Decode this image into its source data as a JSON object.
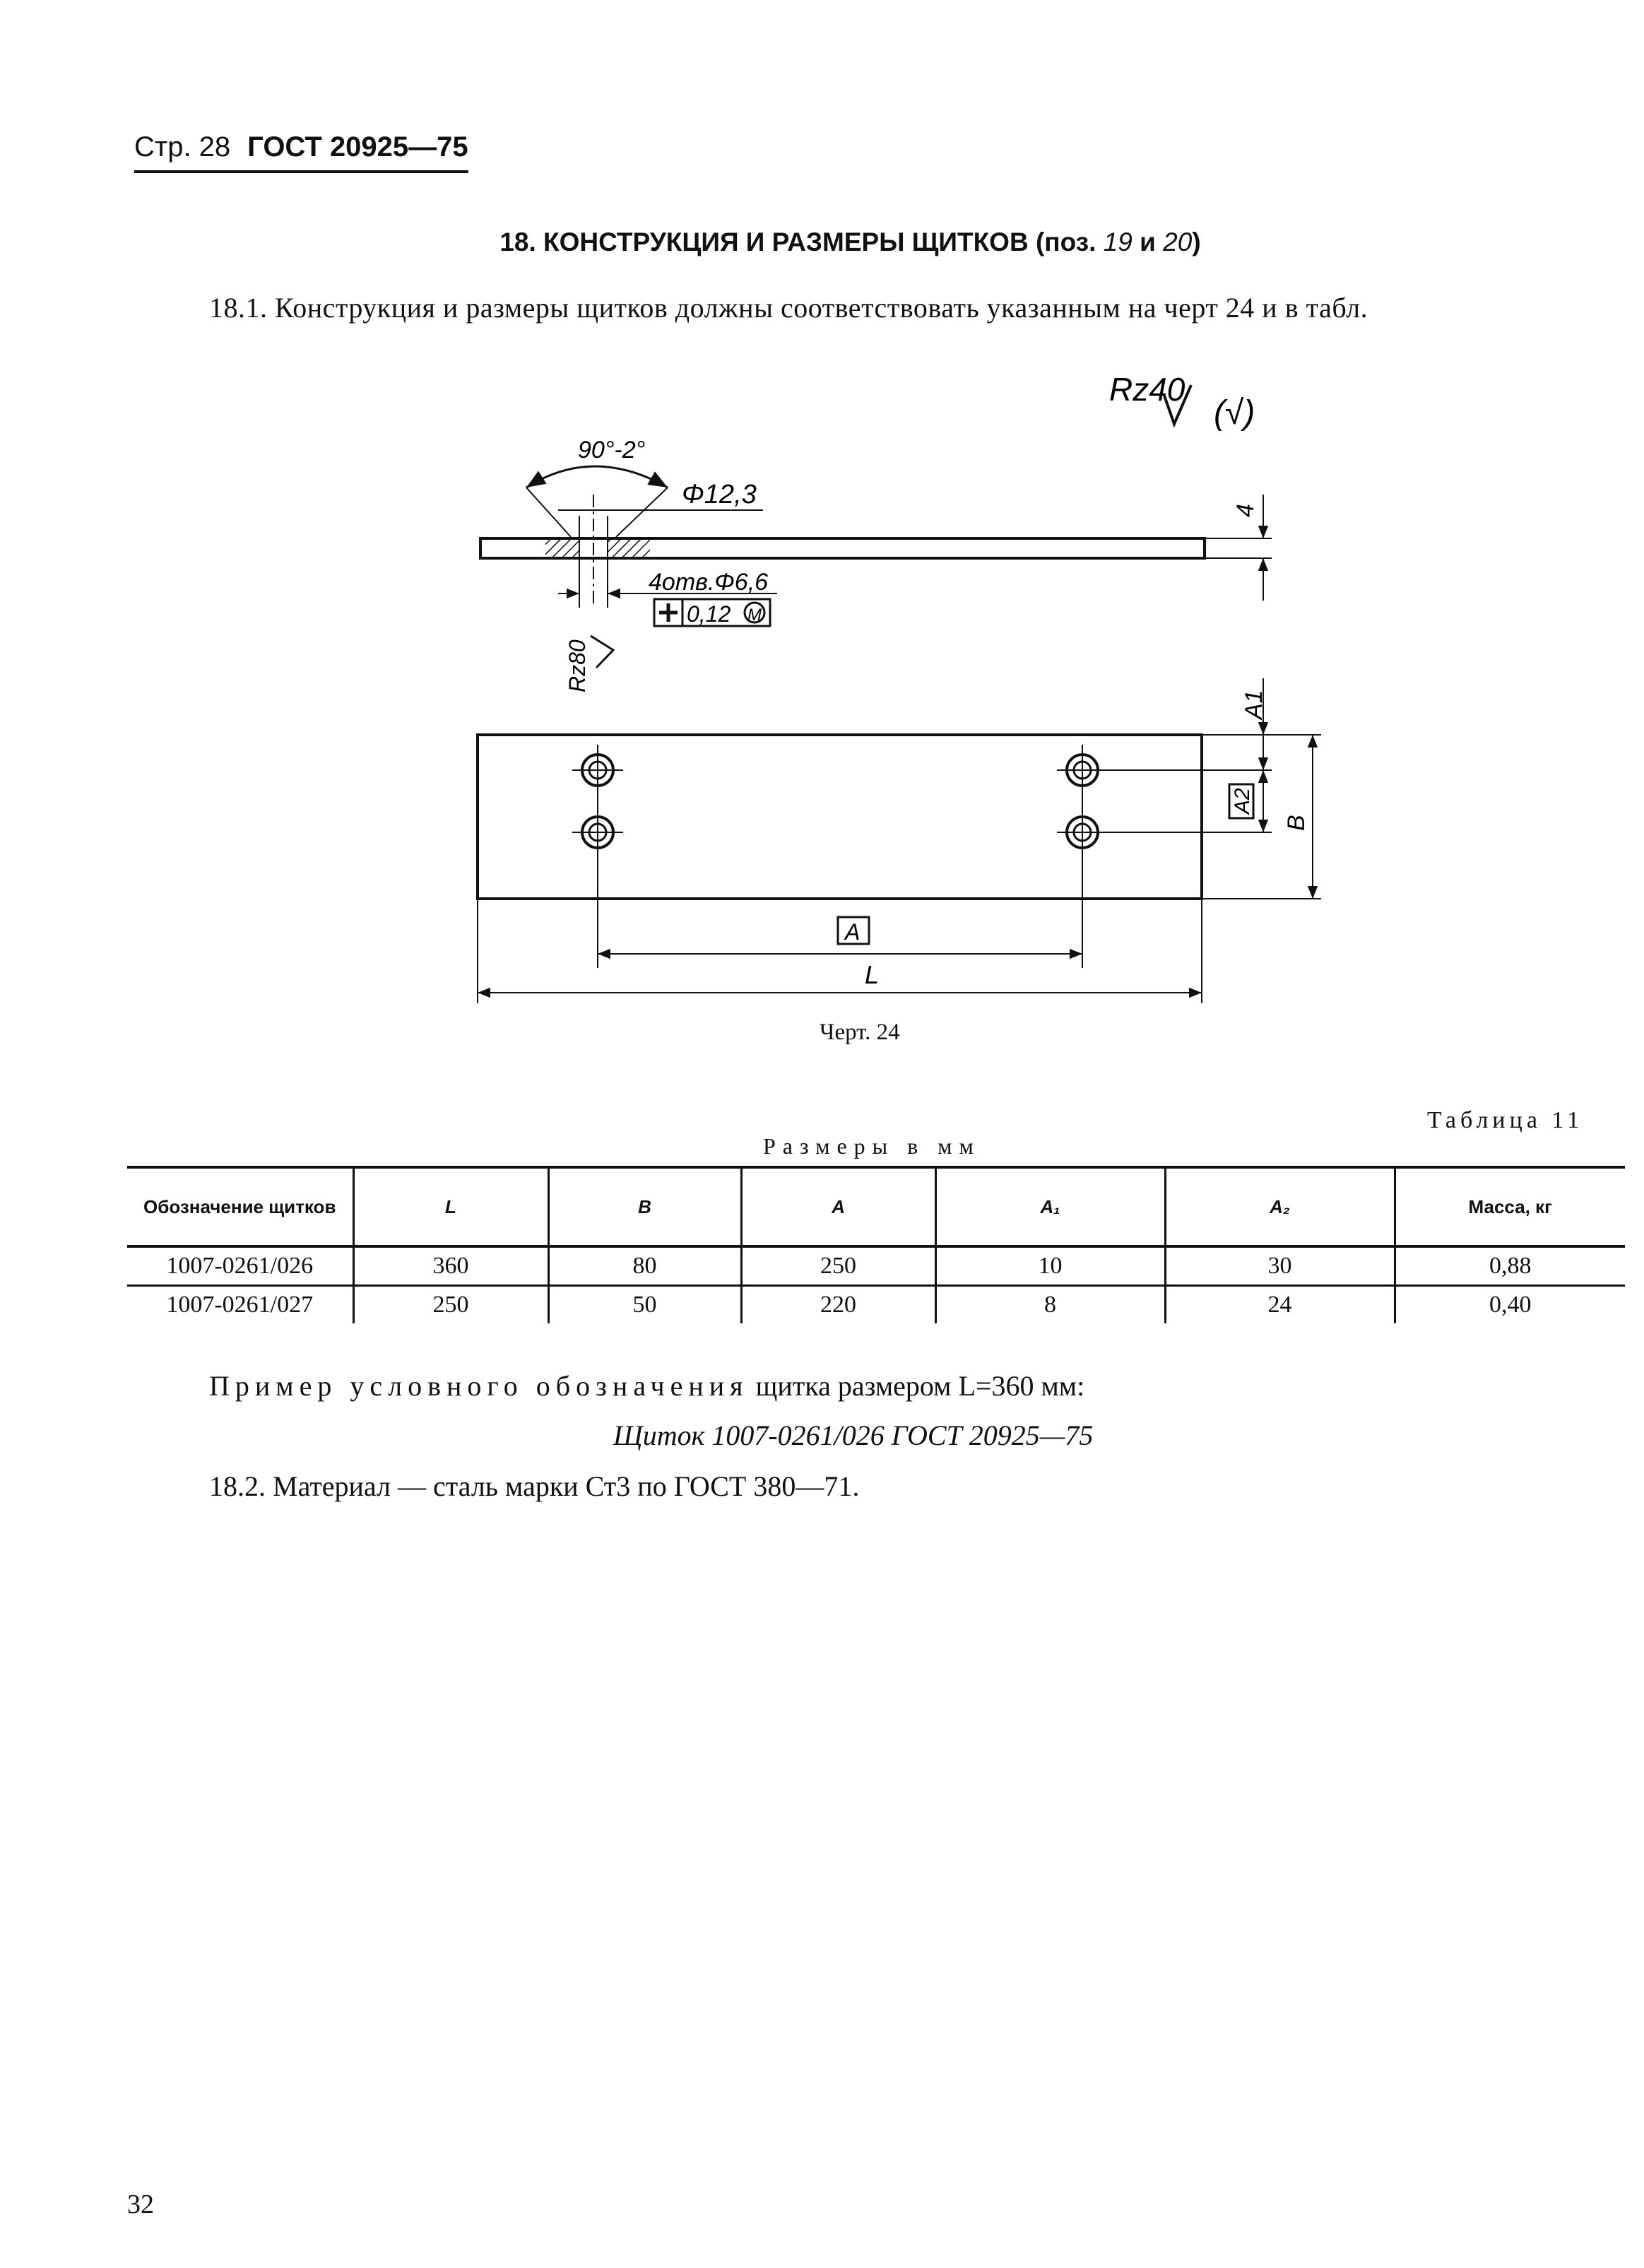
{
  "header": {
    "page_label": "Стр. 28",
    "standard": "ГОСТ 20925—75"
  },
  "section_title": {
    "text": "18. КОНСТРУКЦИЯ И РАЗМЕРЫ ЩИТКОВ (поз.",
    "positions": "19",
    "and": "и",
    "positions2": "20",
    "close": ")"
  },
  "para_18_1": "18.1. Конструкция и размеры щитков должны соответствовать указанным на черт 24 и в табл.",
  "drawing": {
    "roughness_general": "Rz40",
    "roughness_rest": "(√)",
    "angle": "90°-2°",
    "diameter": "Φ12,3",
    "thickness": "4",
    "holes": "4отв.Φ6,6",
    "position_tolerance": "0,12",
    "tolerance_modifier": "M",
    "roughness_holes": "Rz80",
    "dim_A1": "A1",
    "dim_A2": "A2",
    "dim_B": "B",
    "dim_A": "A",
    "dim_L": "L",
    "caption": "Черт. 24"
  },
  "table": {
    "caption": "Таблица 11",
    "units": "Размеры в мм",
    "headers": [
      "Обозначение щитков",
      "L",
      "B",
      "A",
      "A₁",
      "A₂",
      "Масса, кг"
    ],
    "rows": [
      [
        "1007-0261/026",
        "360",
        "80",
        "250",
        "10",
        "30",
        "0,88"
      ],
      [
        "1007-0261/027",
        "250",
        "50",
        "220",
        "8",
        "24",
        "0,40"
      ]
    ]
  },
  "example": {
    "lead": "Пример условного обозначения",
    "rest": "щитка размером L=360 мм:",
    "designation": "Щиток 1007-0261/026 ГОСТ 20925—75"
  },
  "para_18_2": "18.2. Материал — сталь марки Ст3 по ГОСТ 380—71.",
  "page_number": "32"
}
